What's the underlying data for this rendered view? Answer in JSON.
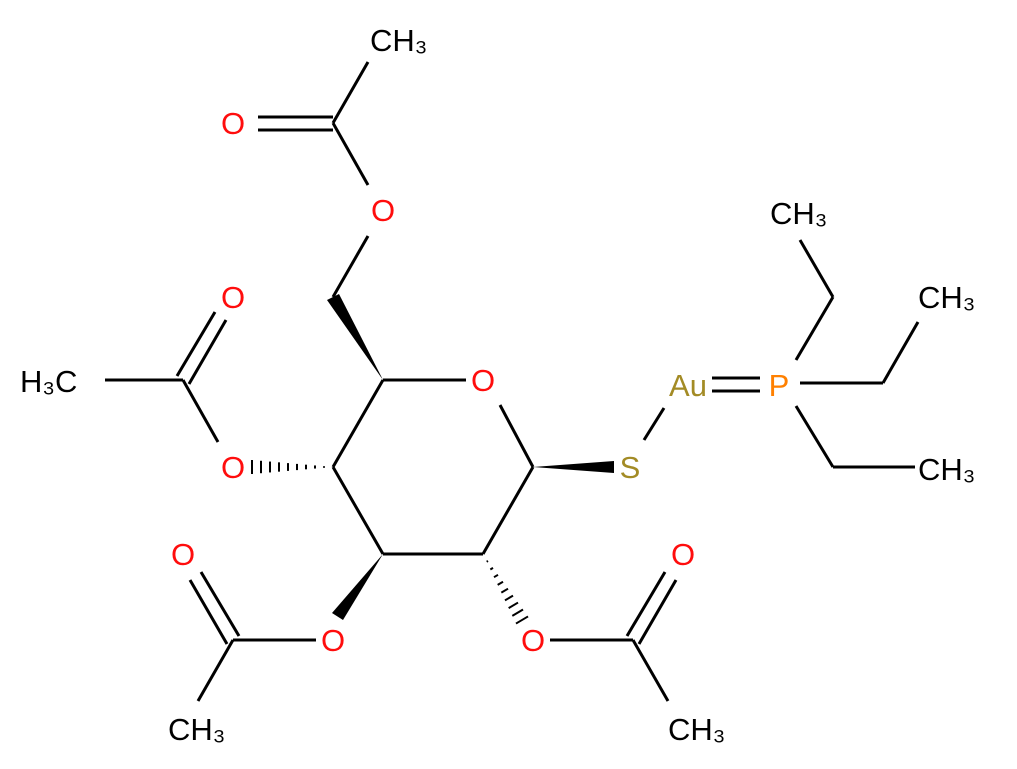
{
  "molecule": {
    "atoms": {
      "ring_oxygen": "O",
      "sulfur": "S",
      "gold": "Au",
      "phosphorus": "P",
      "ethyl1_ch3": "CH₃",
      "ethyl2_ch3": "CH₃",
      "ethyl3_ch3": "CH₃",
      "c6_ester_o": "O",
      "c6_carbonyl_o": "O",
      "c6_acetyl_ch3": "CH₃",
      "c4_ester_o": "O",
      "c4_carbonyl_o": "O",
      "c4_acetyl_ch3": "H₃C",
      "c3_ester_o": "O",
      "c3_carbonyl_o": "O",
      "c3_acetyl_ch3": "CH₃",
      "c2_ester_o": "O",
      "c2_carbonyl_o": "O",
      "c2_acetyl_ch3": "CH₃"
    },
    "colors": {
      "oxygen": "#ff0d0d",
      "sulfur": "#a38b25",
      "gold": "#a38b25",
      "phosphorus": "#ff8000",
      "carbon": "#000000"
    }
  }
}
